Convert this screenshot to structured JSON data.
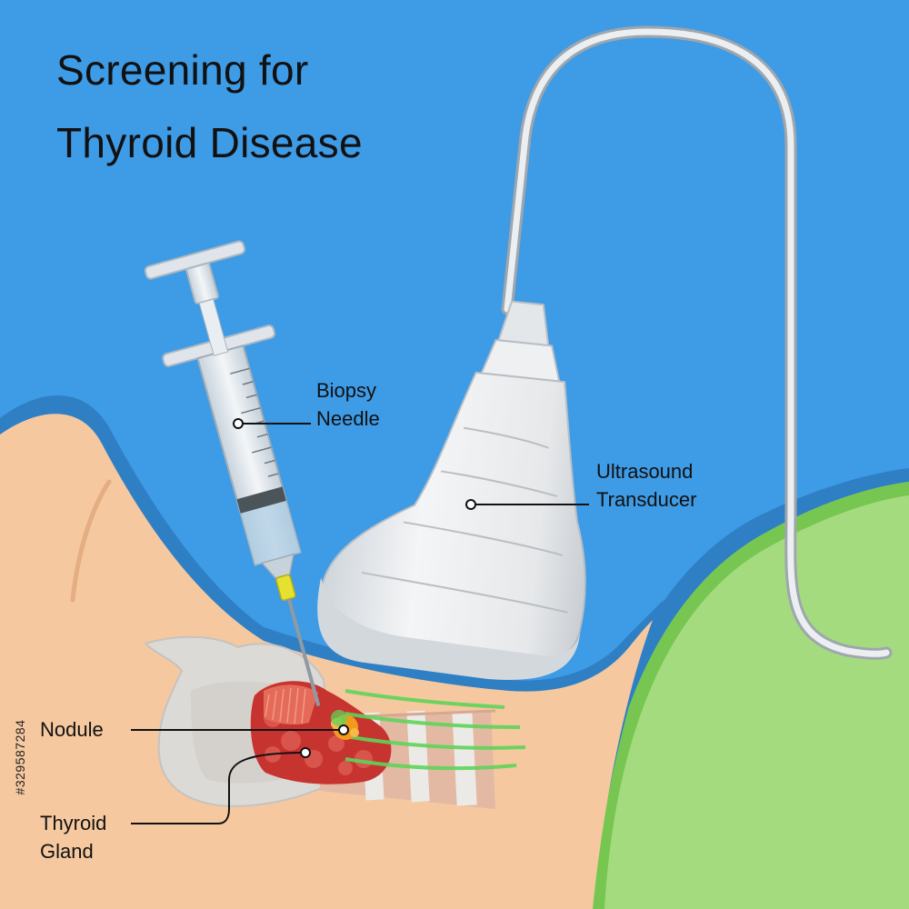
{
  "title": {
    "line1": "Screening for",
    "line2": "Thyroid Disease"
  },
  "labels": {
    "biopsy_needle": [
      "Biopsy",
      "Needle"
    ],
    "ultrasound_transducer": [
      "Ultrasound",
      "Transducer"
    ],
    "nodule": "Nodule",
    "thyroid_gland": [
      "Thyroid",
      "Gland"
    ]
  },
  "stock_id": "#329587284",
  "colors": {
    "background": "#3e9be6",
    "skin": "#f5c8a0",
    "shoulder": "#a4db7f",
    "thyroid": "#c7332f",
    "nodule": "#f39a1c",
    "ultrasound_waves": "#5fd45a",
    "needle_hub": "#e6e02e"
  }
}
